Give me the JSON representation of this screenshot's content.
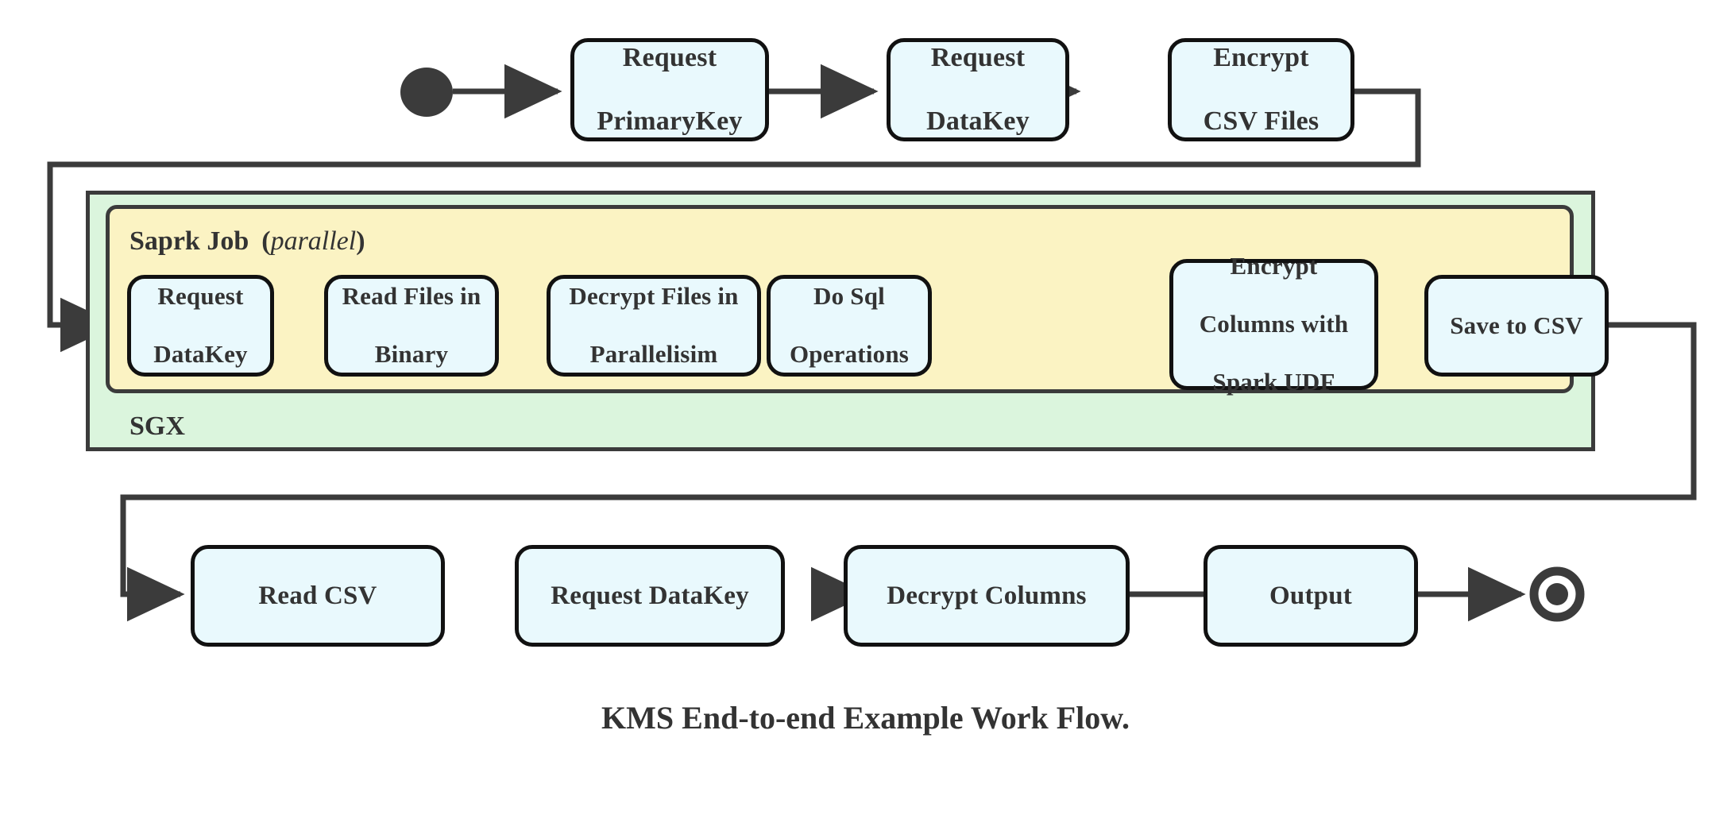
{
  "diagram": {
    "caption": "KMS End-to-end Example Work Flow.",
    "colors": {
      "node_fill": "#e9f9fd",
      "node_stroke": "#111111",
      "sgx_fill": "#dbf5dd",
      "spark_fill": "#fbf3c3",
      "group_stroke": "#3b3b3b",
      "text": "#333333",
      "edge": "#3b3b3b",
      "background": "#ffffff"
    },
    "markers": {
      "start_label": "start-node",
      "end_label": "end-node"
    },
    "groups": [
      {
        "id": "sgx",
        "label": "SGX",
        "label_suffix": ""
      },
      {
        "id": "spark",
        "label": "Saprk Job",
        "label_suffix": "parallel",
        "suffix_open": "(",
        "suffix_close": ")"
      }
    ],
    "rows": {
      "top": [
        {
          "id": "request-primarykey",
          "lines": [
            "Request",
            "PrimaryKey"
          ]
        },
        {
          "id": "request-datakey-top",
          "lines": [
            "Request",
            "DataKey"
          ]
        },
        {
          "id": "encrypt-csv-files",
          "lines": [
            "Encrypt",
            "CSV Files"
          ]
        }
      ],
      "middle": [
        {
          "id": "request-datakey-spark",
          "lines": [
            "Request",
            "DataKey"
          ]
        },
        {
          "id": "read-files-in-binary",
          "lines": [
            "Read Files in",
            "Binary"
          ]
        },
        {
          "id": "decrypt-files-in-parallelisim",
          "lines": [
            "Decrypt Files in",
            "Parallelisim"
          ]
        },
        {
          "id": "do-sql-operations",
          "lines": [
            "Do Sql",
            "Operations"
          ]
        },
        {
          "id": "encrypt-columns-with-spark-udf",
          "lines": [
            "Encrypt",
            "Columns with",
            "Spark UDF"
          ]
        },
        {
          "id": "save-to-csv",
          "lines": [
            "Save to CSV"
          ]
        }
      ],
      "bottom": [
        {
          "id": "read-csv",
          "lines": [
            "Read CSV"
          ]
        },
        {
          "id": "request-datakey-bottom",
          "lines": [
            "Request DataKey"
          ]
        },
        {
          "id": "decrypt-columns",
          "lines": [
            "Decrypt Columns"
          ]
        },
        {
          "id": "output",
          "lines": [
            "Output"
          ]
        }
      ]
    }
  }
}
